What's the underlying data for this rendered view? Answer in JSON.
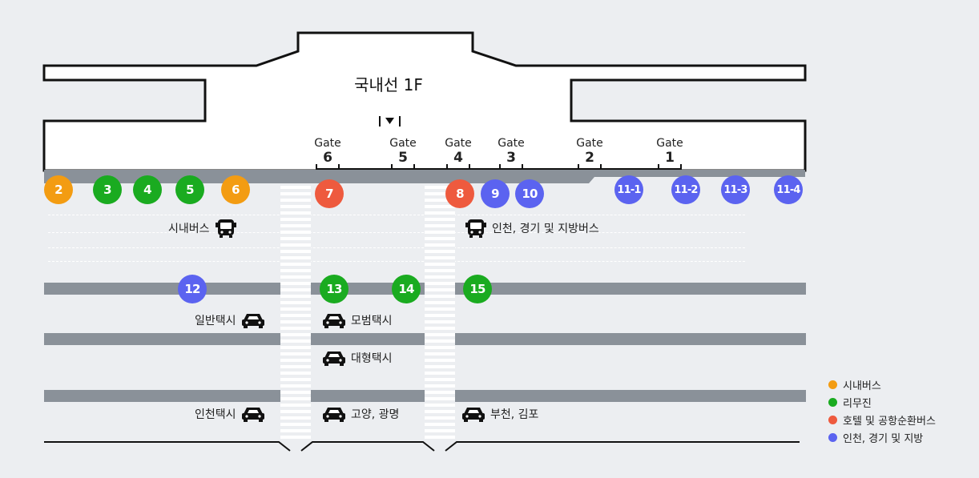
{
  "floor_label": "국내선 1F",
  "colors": {
    "city_bus": "#f39c12",
    "limousine": "#1aab20",
    "hotel_shuttle": "#ee5a3e",
    "incheon": "#5b63f0",
    "road_stripe": "#8a9199",
    "background": "#eceef1"
  },
  "gates": [
    {
      "word": "Gate",
      "number": "6"
    },
    {
      "word": "Gate",
      "number": "5"
    },
    {
      "word": "Gate",
      "number": "4"
    },
    {
      "word": "Gate",
      "number": "3"
    },
    {
      "word": "Gate",
      "number": "2"
    },
    {
      "word": "Gate",
      "number": "1"
    }
  ],
  "stops": [
    {
      "label": "2",
      "category": "city_bus"
    },
    {
      "label": "3",
      "category": "limousine"
    },
    {
      "label": "4",
      "category": "limousine"
    },
    {
      "label": "5",
      "category": "limousine"
    },
    {
      "label": "6",
      "category": "city_bus"
    },
    {
      "label": "7",
      "category": "hotel_shuttle"
    },
    {
      "label": "8",
      "category": "hotel_shuttle"
    },
    {
      "label": "9",
      "category": "incheon"
    },
    {
      "label": "10",
      "category": "incheon"
    },
    {
      "label": "11-1",
      "category": "incheon"
    },
    {
      "label": "11-2",
      "category": "incheon"
    },
    {
      "label": "11-3",
      "category": "incheon"
    },
    {
      "label": "11-4",
      "category": "incheon"
    },
    {
      "label": "12",
      "category": "incheon"
    },
    {
      "label": "13",
      "category": "limousine"
    },
    {
      "label": "14",
      "category": "limousine"
    },
    {
      "label": "15",
      "category": "limousine"
    }
  ],
  "zones": {
    "city_bus": "시내버스",
    "incheon_bus": "인천, 경기 및 지방버스",
    "general_taxi": "일반택시",
    "model_taxi": "모범택시",
    "large_taxi": "대형택시",
    "incheon_taxi": "인천택시",
    "goyang_taxi": "고양, 광명",
    "bucheon_taxi": "부천, 김포"
  },
  "legend": [
    {
      "label": "시내버스",
      "color": "#f39c12"
    },
    {
      "label": "리무진",
      "color": "#1aab20"
    },
    {
      "label": "호텔 및 공항순환버스",
      "color": "#ee5a3e"
    },
    {
      "label": "인천, 경기 및 지방",
      "color": "#5b63f0"
    }
  ]
}
